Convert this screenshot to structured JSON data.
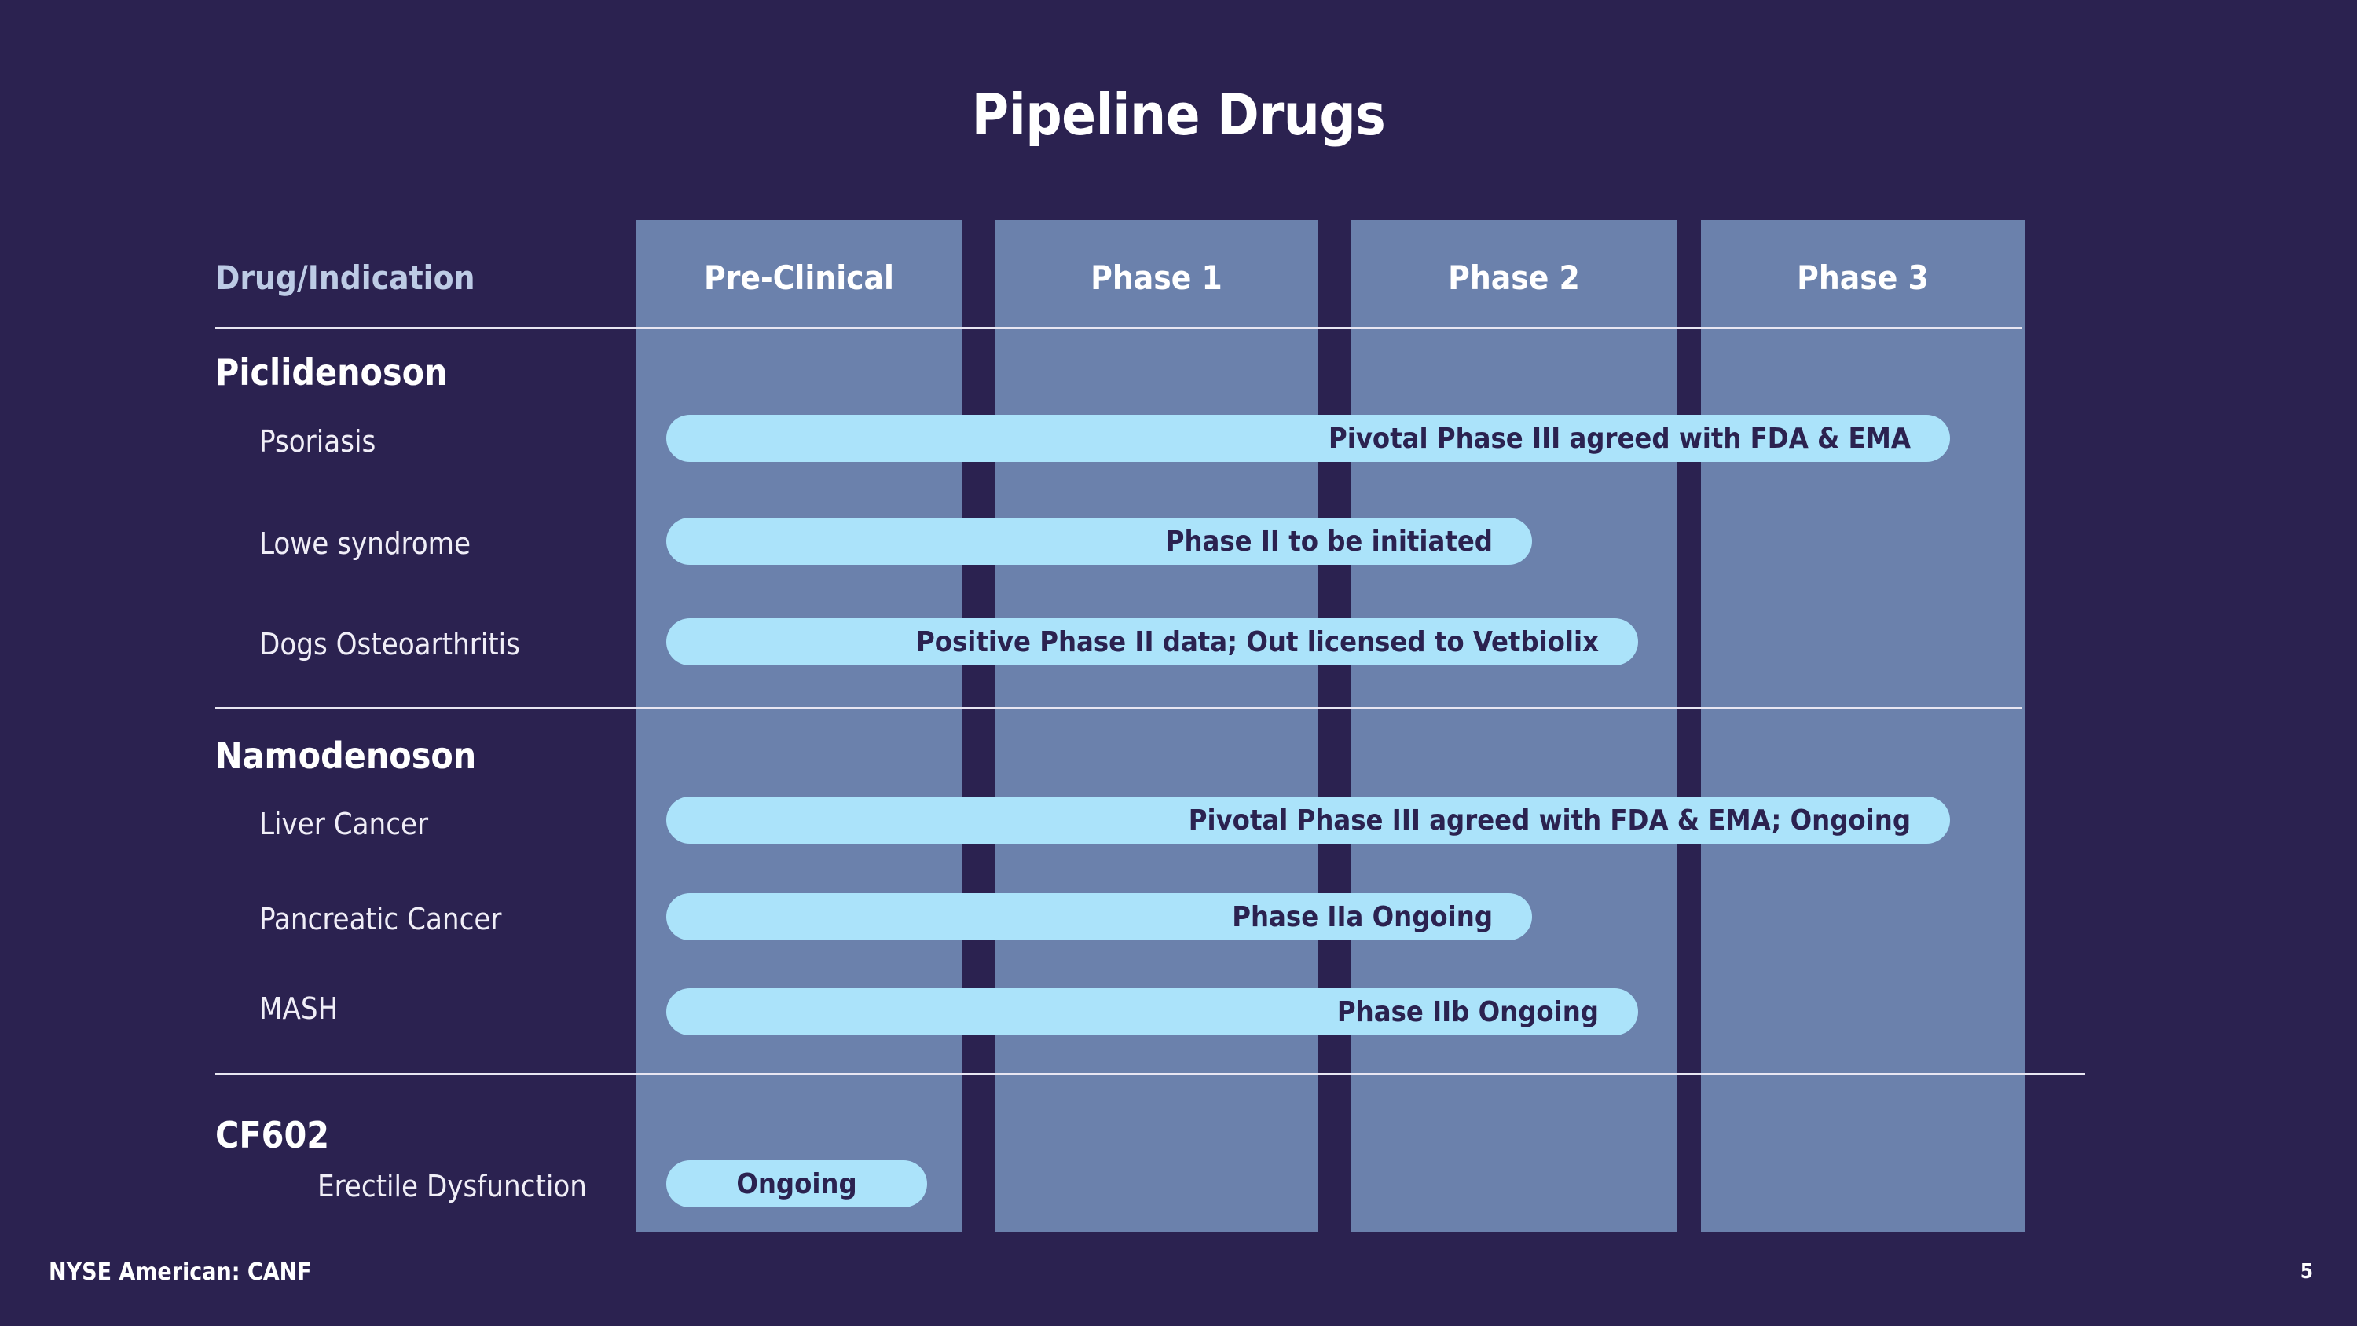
{
  "slide": {
    "title": "Pipeline Drugs",
    "row_header_label": "Drug/Indication",
    "background_color": "#2B2250",
    "band_color": "#6B81AC",
    "pill_color": "#ABE3FA",
    "pill_text_color": "#2B2250"
  },
  "columns": [
    {
      "label": "Pre-Clinical"
    },
    {
      "label": "Phase 1"
    },
    {
      "label": "Phase 2"
    },
    {
      "label": "Phase 3"
    }
  ],
  "groups": [
    {
      "name": "Piclidenoson",
      "rows": [
        {
          "indication": "Psoriasis",
          "status": "Pivotal Phase III agreed with FDA & EMA"
        },
        {
          "indication": "Lowe syndrome",
          "status": "Phase II to be initiated"
        },
        {
          "indication": "Dogs Osteoarthritis",
          "status": "Positive Phase II data; Out licensed to Vetbiolix"
        }
      ]
    },
    {
      "name": "Namodenoson",
      "rows": [
        {
          "indication": "Liver Cancer",
          "status": "Pivotal Phase III agreed with FDA & EMA; Ongoing"
        },
        {
          "indication": "Pancreatic Cancer",
          "status": "Phase IIa Ongoing"
        },
        {
          "indication": "MASH",
          "status": "Phase IIb Ongoing"
        }
      ]
    },
    {
      "name": "CF602",
      "rows": [
        {
          "indication": "Erectile Dysfunction",
          "status": "Ongoing"
        }
      ]
    }
  ],
  "footer": {
    "ticker": "NYSE American: CANF",
    "page_number": "5"
  },
  "chart_data": {
    "type": "table",
    "title": "Pipeline Drugs",
    "categories": [
      "Pre-Clinical",
      "Phase 1",
      "Phase 2",
      "Phase 3"
    ],
    "rows": [
      {
        "drug": "Piclidenoson",
        "indication": "Psoriasis",
        "bar_start_phase": "Pre-Clinical",
        "bar_end_phase": "Phase 3",
        "label": "Pivotal Phase III agreed with FDA & EMA"
      },
      {
        "drug": "Piclidenoson",
        "indication": "Lowe syndrome",
        "bar_start_phase": "Pre-Clinical",
        "bar_end_phase": "Phase 2",
        "label": "Phase II to be initiated"
      },
      {
        "drug": "Piclidenoson",
        "indication": "Dogs Osteoarthritis",
        "bar_start_phase": "Pre-Clinical",
        "bar_end_phase": "Phase 2",
        "label": "Positive Phase II data; Out licensed to Vetbiolix"
      },
      {
        "drug": "Namodenoson",
        "indication": "Liver Cancer",
        "bar_start_phase": "Pre-Clinical",
        "bar_end_phase": "Phase 3",
        "label": "Pivotal Phase III agreed with FDA & EMA; Ongoing"
      },
      {
        "drug": "Namodenoson",
        "indication": "Pancreatic Cancer",
        "bar_start_phase": "Pre-Clinical",
        "bar_end_phase": "Phase 2",
        "label": "Phase IIa Ongoing"
      },
      {
        "drug": "Namodenoson",
        "indication": "MASH",
        "bar_start_phase": "Pre-Clinical",
        "bar_end_phase": "Phase 2",
        "label": "Phase IIb Ongoing"
      },
      {
        "drug": "CF602",
        "indication": "Erectile Dysfunction",
        "bar_start_phase": "Pre-Clinical",
        "bar_end_phase": "Pre-Clinical",
        "label": "Ongoing"
      }
    ],
    "xlabel": "",
    "ylabel": "Drug/Indication",
    "legend": []
  }
}
